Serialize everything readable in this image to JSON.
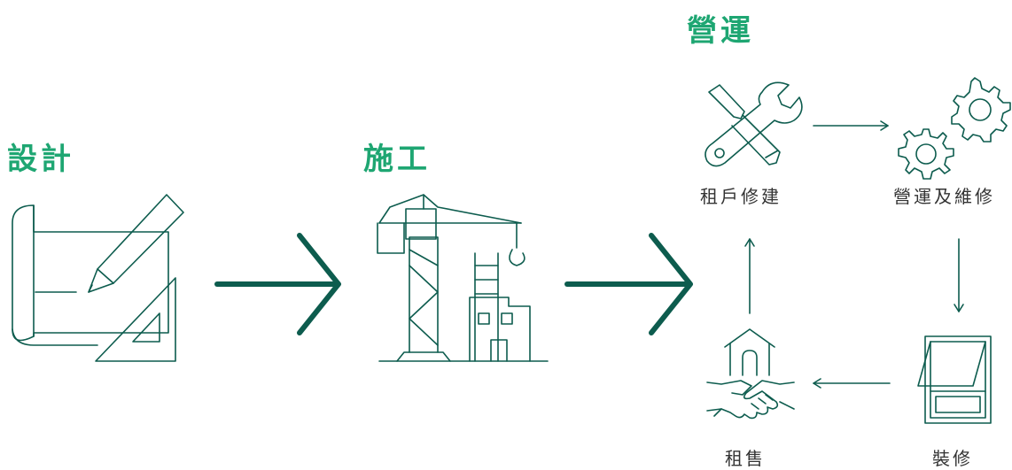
{
  "phases": {
    "design": "設計",
    "construction": "施工",
    "operations": "營運"
  },
  "cycle": {
    "tenant_fitout": "租戶修建",
    "operations_maintenance": "營運及維修",
    "renovation": "裝修",
    "leasing_sales": "租售"
  },
  "colors": {
    "title": "#1ea672",
    "icon_stroke": "#0d5c4e",
    "caption": "#333333"
  },
  "icons": {
    "design": "blueprint-pencil-triangle-icon",
    "construction": "crane-building-icon",
    "tenant_fitout": "wrench-screwdriver-icon",
    "operations_maintenance": "gears-icon",
    "renovation": "window-icon",
    "leasing_sales": "house-handshake-icon"
  }
}
